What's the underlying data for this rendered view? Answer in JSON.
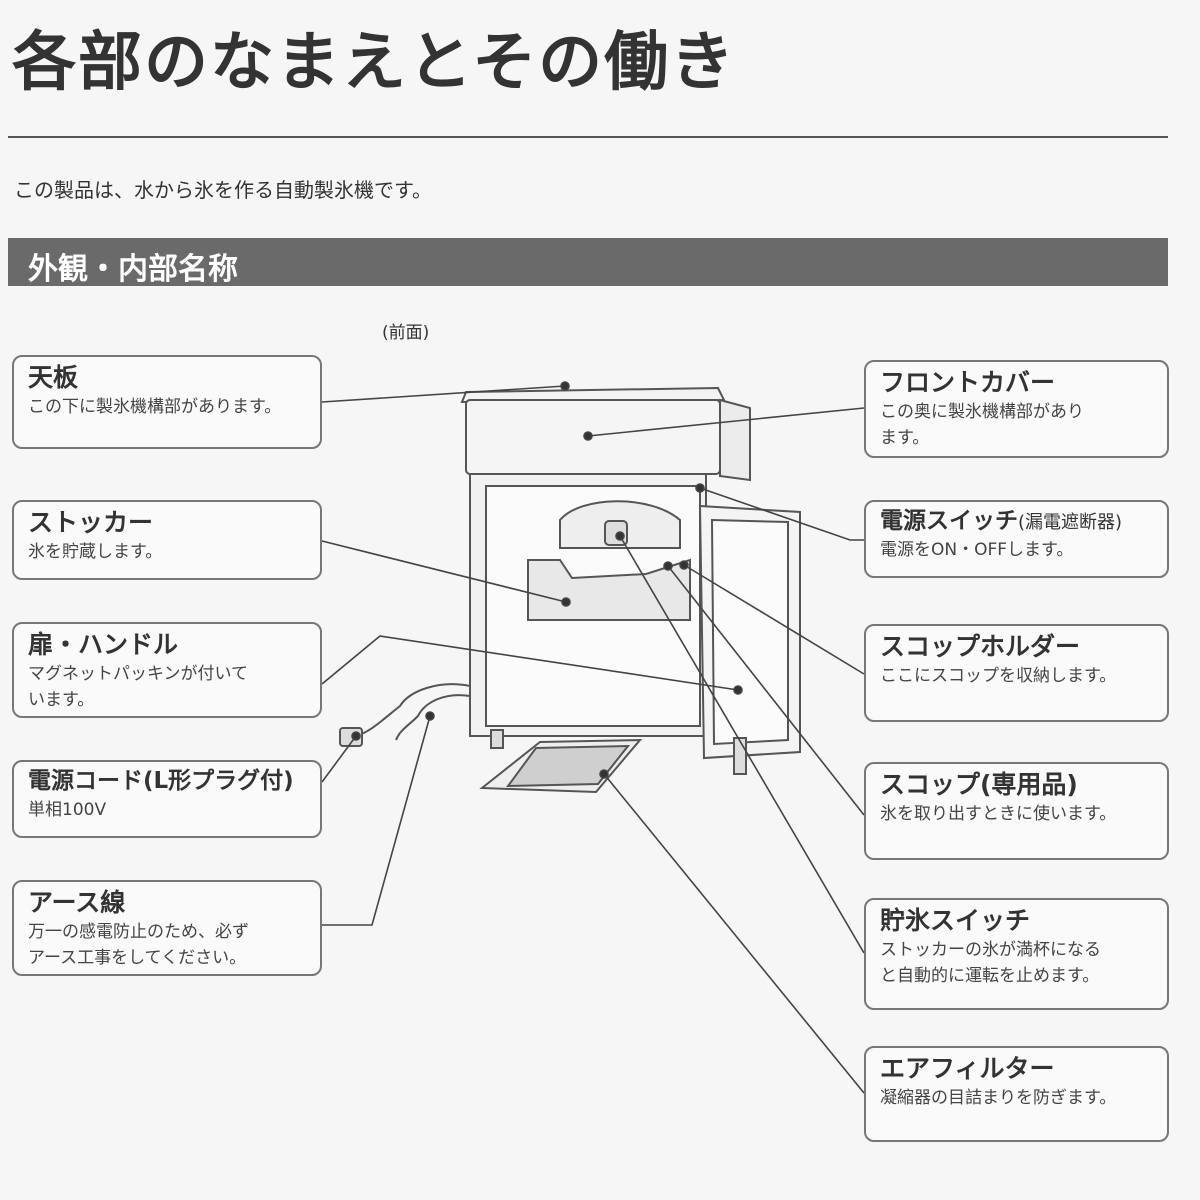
{
  "header": {
    "title": "各部のなまえとその働き",
    "intro": "この製品は、水から氷を作る自動製氷機です。"
  },
  "section": {
    "title": "外観・内部名称",
    "view_label": "(前面)"
  },
  "callouts": {
    "top_plate": {
      "title": "天板",
      "desc": "この下に製氷機構部があります。"
    },
    "stocker": {
      "title": "ストッカー",
      "desc": "氷を貯蔵します。"
    },
    "door_handle": {
      "title": "扉・ハンドル",
      "desc": "マグネットパッキンが付いて\nいます。"
    },
    "power_cord": {
      "title": "電源コード(L形プラグ付)",
      "desc": "単相100V"
    },
    "ground_wire": {
      "title": "アース線",
      "desc": "万一の感電防止のため、必ず\nアース工事をしてください。"
    },
    "front_cover": {
      "title": "フロントカバー",
      "desc": "この奥に製氷機構部があり\nます。"
    },
    "power_switch": {
      "title": "電源スイッチ",
      "title_sub": "(漏電遮断器)",
      "desc": "電源をON・OFFします。"
    },
    "scoop_holder": {
      "title": "スコップホルダー",
      "desc": "ここにスコップを収納します。"
    },
    "scoop": {
      "title": "スコップ(専用品)",
      "desc": "氷を取り出すときに使います。"
    },
    "storage_switch": {
      "title": "貯氷スイッチ",
      "desc": "ストッカーの氷が満杯になる\nと自動的に運転を止めます。"
    },
    "air_filter": {
      "title": "エアフィルター",
      "desc": "凝縮器の目詰まりを防ぎます。"
    }
  },
  "colors": {
    "section_bar": "#6a6a6a",
    "border": "#777777",
    "text": "#333333"
  }
}
